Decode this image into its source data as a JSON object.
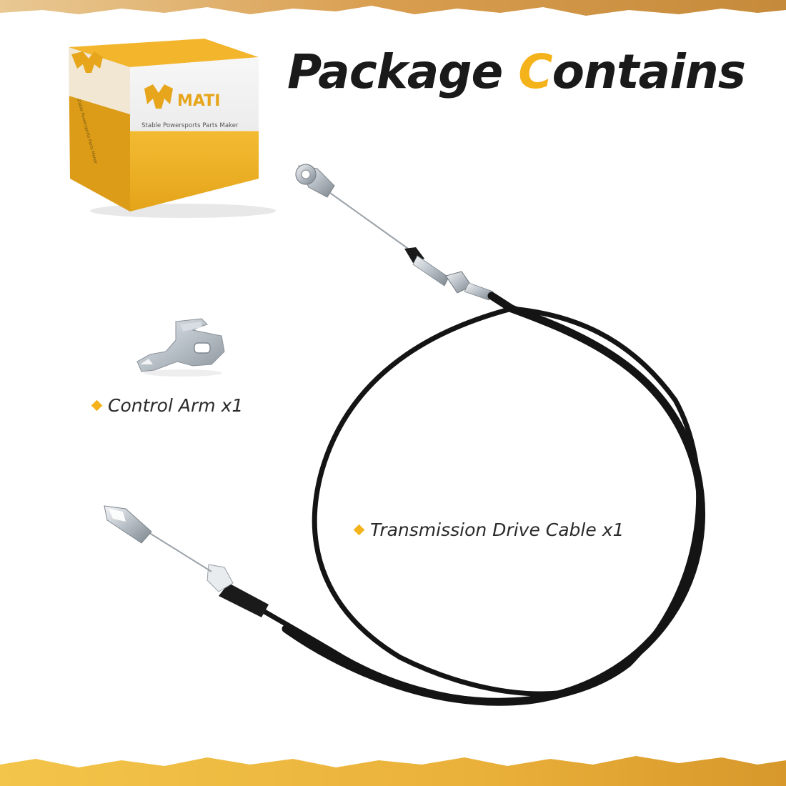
{
  "title": {
    "part1": "Package ",
    "accent": "C",
    "part2": "ontains"
  },
  "box": {
    "brand": "MATI",
    "tagline": "Stable Powersports Parts Maker",
    "side_text": "Stable Powersports Parts Maker"
  },
  "items": [
    {
      "label": "Control Arm x1"
    },
    {
      "label": "Transmission Drive Cable x1"
    }
  ],
  "colors": {
    "accent": "#f4b21b",
    "title": "#1a1a1a",
    "cable": "#141414",
    "band": "#d9a85a"
  }
}
